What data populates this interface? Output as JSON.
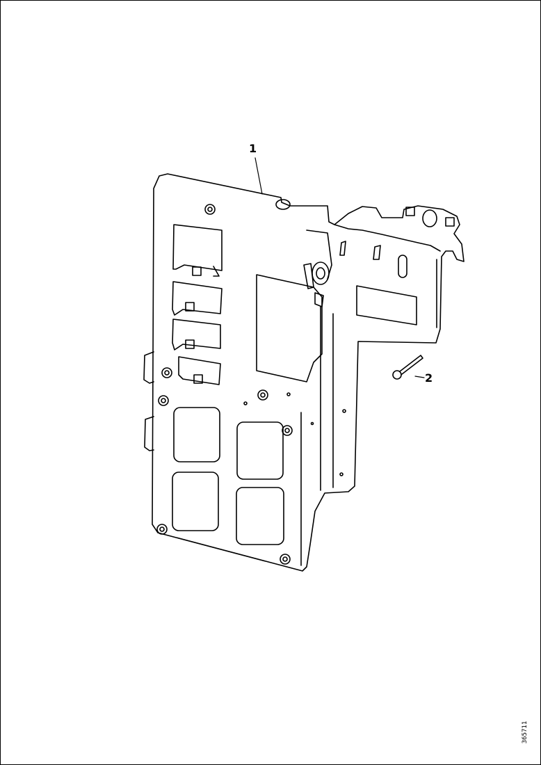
{
  "diagram": {
    "callouts": [
      {
        "number": "1"
      },
      {
        "number": "2"
      }
    ],
    "document_id": "365711"
  }
}
